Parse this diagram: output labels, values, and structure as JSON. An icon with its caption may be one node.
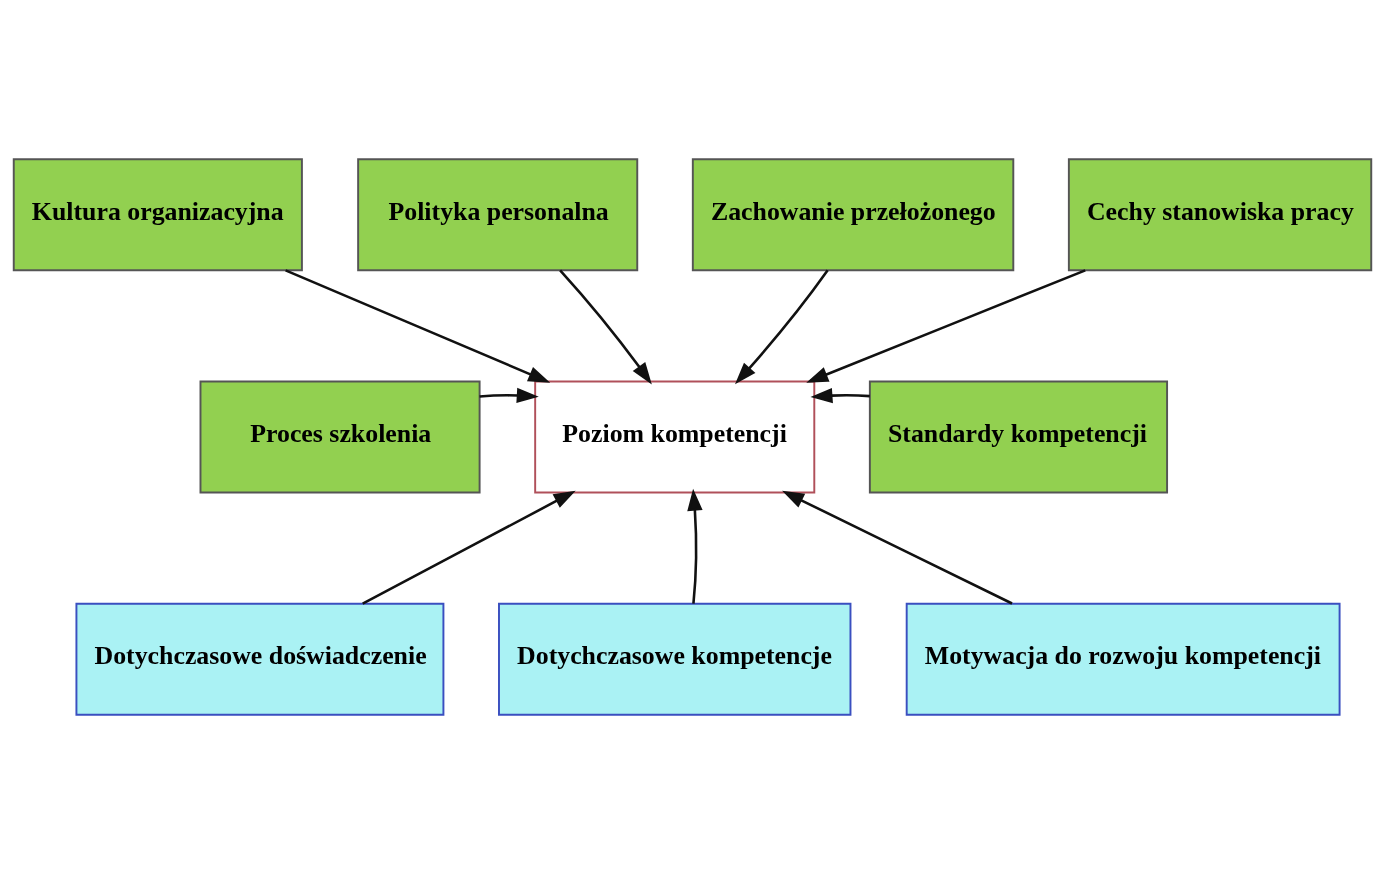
{
  "diagram": {
    "nodes": [
      {
        "text": [
          "Kultura organizacyjna"
        ]
      },
      {
        "text": [
          "Polityka personalna"
        ]
      },
      {
        "text": [
          "Zachowanie przełożonego"
        ]
      },
      {
        "text": [
          "Cechy stanowiska pracy"
        ]
      },
      {
        "text": [
          "Proces szkolenia"
        ]
      },
      {
        "text": [
          "Poziom kompetencji"
        ]
      },
      {
        "text": [
          "Standardy kompetencji"
        ]
      },
      {
        "text": [
          "Dotychczasowe doświadczenie"
        ]
      },
      {
        "text": [
          "Dotychczasowe kompetencje"
        ]
      },
      {
        "text": [
          "Motywacja do rozwoju kompetencji"
        ]
      }
    ],
    "edges": [
      {
        "from": 0,
        "to": 5,
        "arrow": "to"
      },
      {
        "from": 1,
        "to": 5,
        "arrow": "to"
      },
      {
        "from": 2,
        "to": 5,
        "arrow": "to"
      },
      {
        "from": 3,
        "to": 5,
        "arrow": "to"
      },
      {
        "from": 4,
        "to": 5,
        "arrow": "to"
      },
      {
        "from": 6,
        "to": 5,
        "arrow": "to"
      },
      {
        "from": 7,
        "to": 5,
        "arrow": "to"
      },
      {
        "from": 8,
        "to": 5,
        "arrow": "to"
      },
      {
        "from": 9,
        "to": 5,
        "arrow": "to"
      }
    ]
  }
}
